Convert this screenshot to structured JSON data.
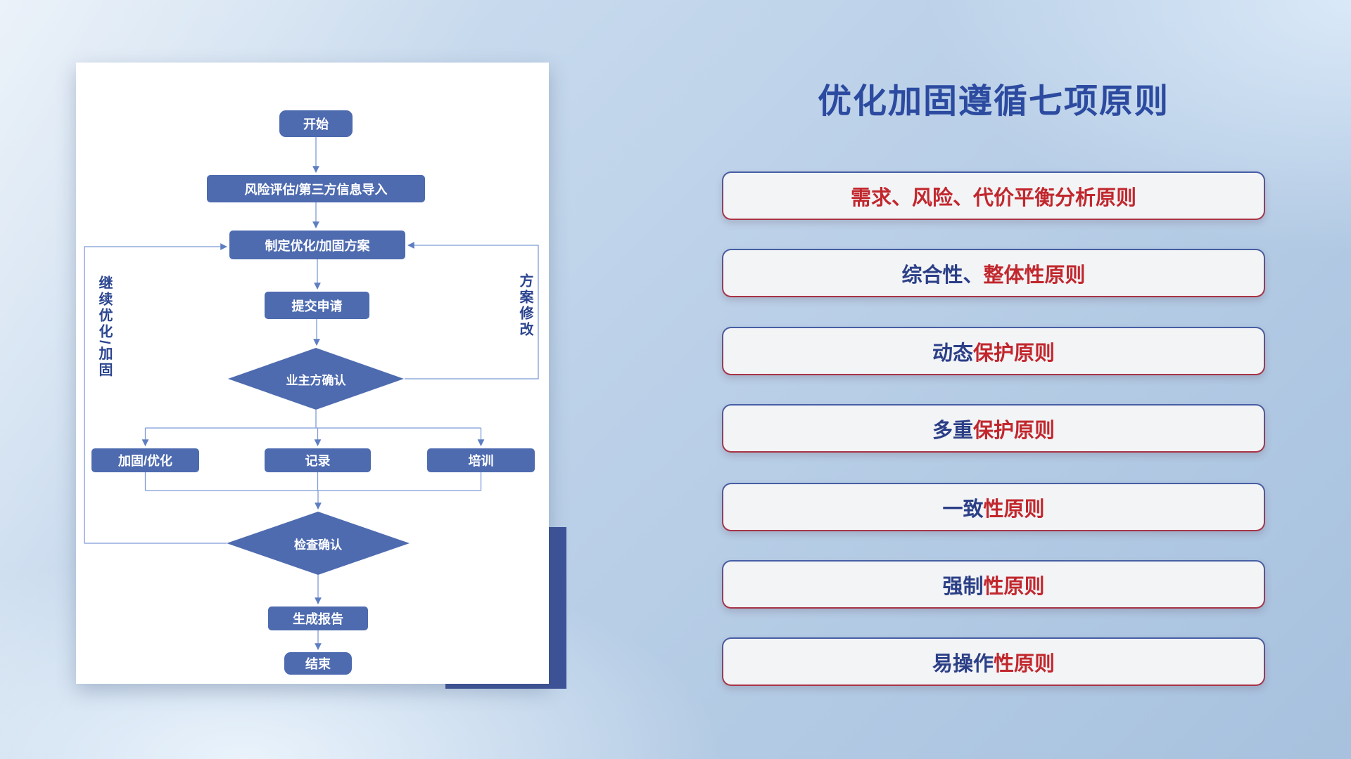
{
  "slide_title": "优化加固遵循七项原则",
  "flowchart": {
    "nodes": {
      "start": "开始",
      "risk_import": "风险评估/第三方信息导入",
      "make_plan": "制定优化/加固方案",
      "submit": "提交申请",
      "owner_confirm": "业主方确认",
      "reinforce": "加固/优化",
      "record": "记录",
      "training": "培训",
      "check_confirm": "检查确认",
      "report": "生成报告",
      "end": "结束"
    },
    "edge_labels": {
      "continue_loop": "继续优化/加固",
      "plan_revision": "方案修改"
    }
  },
  "principles": [
    {
      "prefix": "",
      "emphasis": "需求、风险、代价平衡分析原则"
    },
    {
      "prefix": "综合性、",
      "emphasis": "整体性原则"
    },
    {
      "prefix": "动态",
      "emphasis": "保护原则"
    },
    {
      "prefix": "多重",
      "emphasis": "保护原则"
    },
    {
      "prefix": "一致",
      "emphasis": "性原则"
    },
    {
      "prefix": "强制",
      "emphasis": "性原则"
    },
    {
      "prefix": "易操作",
      "emphasis": "性原则"
    }
  ],
  "colors": {
    "flow_node_fill": "#4E6BB0",
    "flow_line": "#7E9CD8",
    "flow_arrow": "#5E7EC2",
    "title_navy": "#2C4BA0",
    "principle_red": "#C1272D",
    "principle_navy": "#2B3F87",
    "deco_navy": "#3E5398",
    "card_bg": "#FFFFFF"
  }
}
